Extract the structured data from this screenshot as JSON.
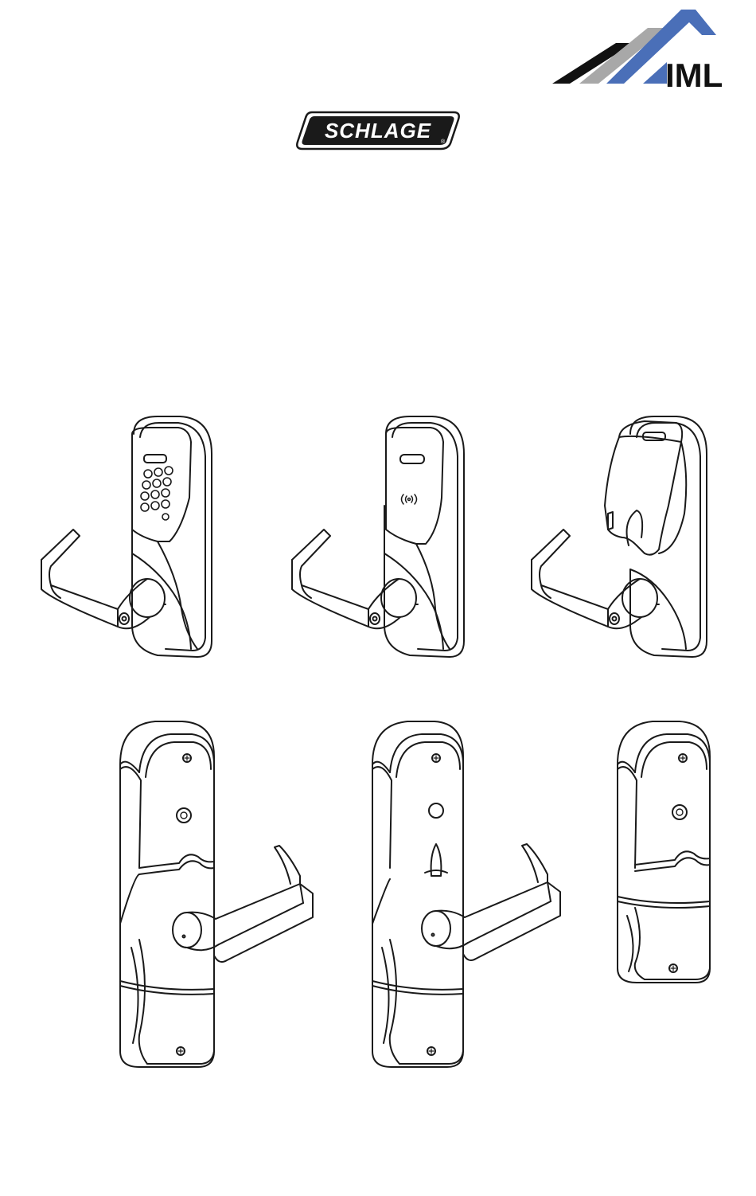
{
  "header": {
    "iml_logo_text": "IML",
    "schlage_logo_text": "SCHLAGE",
    "schlage_reg_mark": "®"
  },
  "illustrations": [
    {
      "id": "keypad-lever-lock",
      "icon": "keypad-lock-icon"
    },
    {
      "id": "proximity-lever-lock",
      "icon": "proximity-lock-icon"
    },
    {
      "id": "magstripe-lever-lock",
      "icon": "magstripe-lock-icon"
    },
    {
      "id": "mortise-interior-lever",
      "icon": "interior-lever-icon"
    },
    {
      "id": "mortise-interior-thumbturn",
      "icon": "interior-thumbturn-icon"
    },
    {
      "id": "exit-device-interior",
      "icon": "exit-interior-icon"
    }
  ],
  "colors": {
    "iml_black": "#111111",
    "iml_gray": "#a8a8a8",
    "iml_blue": "#4a6fb8",
    "line": "#1a1a1a"
  }
}
